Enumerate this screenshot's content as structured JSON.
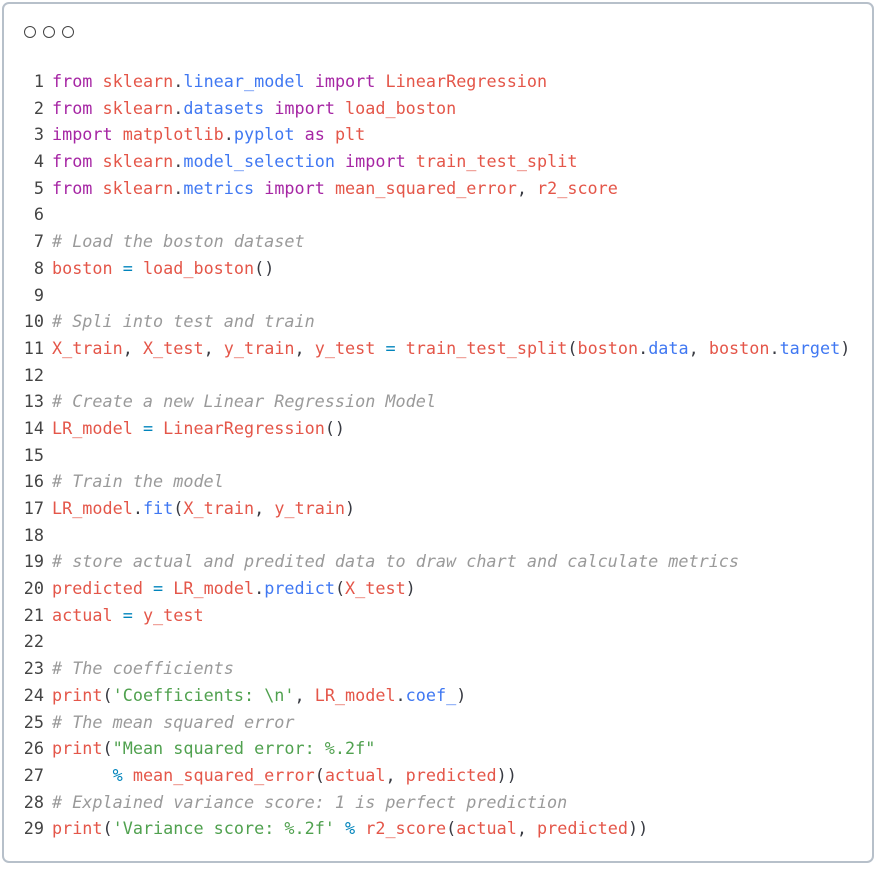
{
  "window": {
    "controls": [
      "window-dot-1",
      "window-dot-2",
      "window-dot-3"
    ]
  },
  "editor": {
    "lines": [
      {
        "n": "1",
        "tokens": [
          [
            "kw",
            "from"
          ],
          [
            "pn",
            " "
          ],
          [
            "id",
            "sklearn"
          ],
          [
            "pn",
            "."
          ],
          [
            "fn",
            "linear_model"
          ],
          [
            "pn",
            " "
          ],
          [
            "kw",
            "import"
          ],
          [
            "pn",
            " "
          ],
          [
            "id",
            "LinearRegression"
          ]
        ]
      },
      {
        "n": "2",
        "tokens": [
          [
            "kw",
            "from"
          ],
          [
            "pn",
            " "
          ],
          [
            "id",
            "sklearn"
          ],
          [
            "pn",
            "."
          ],
          [
            "fn",
            "datasets"
          ],
          [
            "pn",
            " "
          ],
          [
            "kw",
            "import"
          ],
          [
            "pn",
            " "
          ],
          [
            "id",
            "load_boston"
          ]
        ]
      },
      {
        "n": "3",
        "tokens": [
          [
            "kw",
            "import"
          ],
          [
            "pn",
            " "
          ],
          [
            "id",
            "matplotlib"
          ],
          [
            "pn",
            "."
          ],
          [
            "fn",
            "pyplot"
          ],
          [
            "pn",
            " "
          ],
          [
            "kw",
            "as"
          ],
          [
            "pn",
            " "
          ],
          [
            "id",
            "plt"
          ]
        ]
      },
      {
        "n": "4",
        "tokens": [
          [
            "kw",
            "from"
          ],
          [
            "pn",
            " "
          ],
          [
            "id",
            "sklearn"
          ],
          [
            "pn",
            "."
          ],
          [
            "fn",
            "model_selection"
          ],
          [
            "pn",
            " "
          ],
          [
            "kw",
            "import"
          ],
          [
            "pn",
            " "
          ],
          [
            "id",
            "train_test_split"
          ]
        ]
      },
      {
        "n": "5",
        "tokens": [
          [
            "kw",
            "from"
          ],
          [
            "pn",
            " "
          ],
          [
            "id",
            "sklearn"
          ],
          [
            "pn",
            "."
          ],
          [
            "fn",
            "metrics"
          ],
          [
            "pn",
            " "
          ],
          [
            "kw",
            "import"
          ],
          [
            "pn",
            " "
          ],
          [
            "id",
            "mean_squared_error"
          ],
          [
            "pn",
            ", "
          ],
          [
            "id",
            "r2_score"
          ]
        ]
      },
      {
        "n": "6",
        "tokens": []
      },
      {
        "n": "7",
        "tokens": [
          [
            "cm",
            "# Load the boston dataset"
          ]
        ]
      },
      {
        "n": "8",
        "tokens": [
          [
            "id",
            "boston"
          ],
          [
            "pn",
            " "
          ],
          [
            "op",
            "="
          ],
          [
            "pn",
            " "
          ],
          [
            "id",
            "load_boston"
          ],
          [
            "pn",
            "()"
          ]
        ]
      },
      {
        "n": "9",
        "tokens": []
      },
      {
        "n": "10",
        "tokens": [
          [
            "cm",
            "# Spli into test and train"
          ]
        ]
      },
      {
        "n": "11",
        "tokens": [
          [
            "id",
            "X_train"
          ],
          [
            "pn",
            ", "
          ],
          [
            "id",
            "X_test"
          ],
          [
            "pn",
            ", "
          ],
          [
            "id",
            "y_train"
          ],
          [
            "pn",
            ", "
          ],
          [
            "id",
            "y_test"
          ],
          [
            "pn",
            " "
          ],
          [
            "op",
            "="
          ],
          [
            "pn",
            " "
          ],
          [
            "id",
            "train_test_split"
          ],
          [
            "pn",
            "("
          ],
          [
            "id",
            "boston"
          ],
          [
            "pn",
            "."
          ],
          [
            "fn",
            "data"
          ],
          [
            "pn",
            ", "
          ],
          [
            "id",
            "boston"
          ],
          [
            "pn",
            "."
          ],
          [
            "fn",
            "target"
          ],
          [
            "pn",
            ")"
          ]
        ]
      },
      {
        "n": "12",
        "tokens": []
      },
      {
        "n": "13",
        "tokens": [
          [
            "cm",
            "# Create a new Linear Regression Model"
          ]
        ]
      },
      {
        "n": "14",
        "tokens": [
          [
            "id",
            "LR_model"
          ],
          [
            "pn",
            " "
          ],
          [
            "op",
            "="
          ],
          [
            "pn",
            " "
          ],
          [
            "id",
            "LinearRegression"
          ],
          [
            "pn",
            "()"
          ]
        ]
      },
      {
        "n": "15",
        "tokens": []
      },
      {
        "n": "16",
        "tokens": [
          [
            "cm",
            "# Train the model"
          ]
        ]
      },
      {
        "n": "17",
        "tokens": [
          [
            "id",
            "LR_model"
          ],
          [
            "pn",
            "."
          ],
          [
            "fn",
            "fit"
          ],
          [
            "pn",
            "("
          ],
          [
            "id",
            "X_train"
          ],
          [
            "pn",
            ", "
          ],
          [
            "id",
            "y_train"
          ],
          [
            "pn",
            ")"
          ]
        ]
      },
      {
        "n": "18",
        "tokens": []
      },
      {
        "n": "19",
        "tokens": [
          [
            "cm",
            "# store actual and predited data to draw chart and calculate metrics"
          ]
        ]
      },
      {
        "n": "20",
        "tokens": [
          [
            "id",
            "predicted"
          ],
          [
            "pn",
            " "
          ],
          [
            "op",
            "="
          ],
          [
            "pn",
            " "
          ],
          [
            "id",
            "LR_model"
          ],
          [
            "pn",
            "."
          ],
          [
            "fn",
            "predict"
          ],
          [
            "pn",
            "("
          ],
          [
            "id",
            "X_test"
          ],
          [
            "pn",
            ")"
          ]
        ]
      },
      {
        "n": "21",
        "tokens": [
          [
            "id",
            "actual"
          ],
          [
            "pn",
            " "
          ],
          [
            "op",
            "="
          ],
          [
            "pn",
            " "
          ],
          [
            "id",
            "y_test"
          ]
        ]
      },
      {
        "n": "22",
        "tokens": []
      },
      {
        "n": "23",
        "tokens": [
          [
            "cm",
            "# The coefficients"
          ]
        ]
      },
      {
        "n": "24",
        "tokens": [
          [
            "id",
            "print"
          ],
          [
            "pn",
            "("
          ],
          [
            "str",
            "'Coefficients: \\n'"
          ],
          [
            "pn",
            ", "
          ],
          [
            "id",
            "LR_model"
          ],
          [
            "pn",
            "."
          ],
          [
            "fn",
            "coef_"
          ],
          [
            "pn",
            ")"
          ]
        ]
      },
      {
        "n": "25",
        "tokens": [
          [
            "cm",
            "# The mean squared error"
          ]
        ]
      },
      {
        "n": "26",
        "tokens": [
          [
            "id",
            "print"
          ],
          [
            "pn",
            "("
          ],
          [
            "str",
            "\"Mean squared error: %.2f\""
          ]
        ]
      },
      {
        "n": "27",
        "tokens": [
          [
            "pn",
            "      "
          ],
          [
            "op",
            "%"
          ],
          [
            "pn",
            " "
          ],
          [
            "id",
            "mean_squared_error"
          ],
          [
            "pn",
            "("
          ],
          [
            "id",
            "actual"
          ],
          [
            "pn",
            ", "
          ],
          [
            "id",
            "predicted"
          ],
          [
            "pn",
            "))"
          ]
        ]
      },
      {
        "n": "28",
        "tokens": [
          [
            "cm",
            "# Explained variance score: 1 is perfect prediction"
          ]
        ]
      },
      {
        "n": "29",
        "tokens": [
          [
            "id",
            "print"
          ],
          [
            "pn",
            "("
          ],
          [
            "str",
            "'Variance score: %.2f'"
          ],
          [
            "pn",
            " "
          ],
          [
            "op",
            "%"
          ],
          [
            "pn",
            " "
          ],
          [
            "id",
            "r2_score"
          ],
          [
            "pn",
            "("
          ],
          [
            "id",
            "actual"
          ],
          [
            "pn",
            ", "
          ],
          [
            "id",
            "predicted"
          ],
          [
            "pn",
            "))"
          ]
        ]
      }
    ]
  }
}
